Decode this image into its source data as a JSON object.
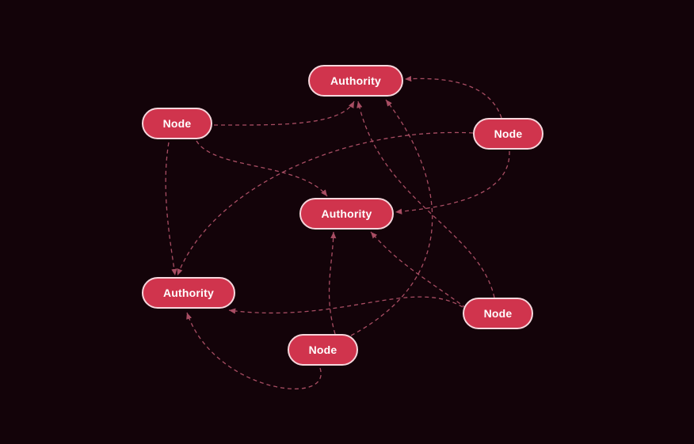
{
  "diagram": {
    "nodes": [
      {
        "id": "auth_top",
        "label": "Authority",
        "kind": "authority"
      },
      {
        "id": "auth_mid",
        "label": "Authority",
        "kind": "authority"
      },
      {
        "id": "auth_left",
        "label": "Authority",
        "kind": "authority"
      },
      {
        "id": "node_tl",
        "label": "Node",
        "kind": "node"
      },
      {
        "id": "node_right",
        "label": "Node",
        "kind": "node"
      },
      {
        "id": "node_br",
        "label": "Node",
        "kind": "node"
      },
      {
        "id": "node_bottom",
        "label": "Node",
        "kind": "node"
      }
    ],
    "edges": [
      {
        "from": "node_tl",
        "to": "auth_top"
      },
      {
        "from": "node_tl",
        "to": "auth_mid"
      },
      {
        "from": "node_tl",
        "to": "auth_left"
      },
      {
        "from": "node_right",
        "to": "auth_top"
      },
      {
        "from": "node_right",
        "to": "auth_mid"
      },
      {
        "from": "node_right",
        "to": "auth_left"
      },
      {
        "from": "node_br",
        "to": "auth_top"
      },
      {
        "from": "node_br",
        "to": "auth_mid"
      },
      {
        "from": "node_br",
        "to": "auth_left"
      },
      {
        "from": "node_bottom",
        "to": "auth_top"
      },
      {
        "from": "node_bottom",
        "to": "auth_mid"
      },
      {
        "from": "node_bottom",
        "to": "auth_left"
      }
    ],
    "colors": {
      "background": "#130309",
      "node_fill": "#d0344d",
      "node_border": "#f6d6dc",
      "edge": "#b9566d",
      "label": "#ffffff"
    }
  }
}
